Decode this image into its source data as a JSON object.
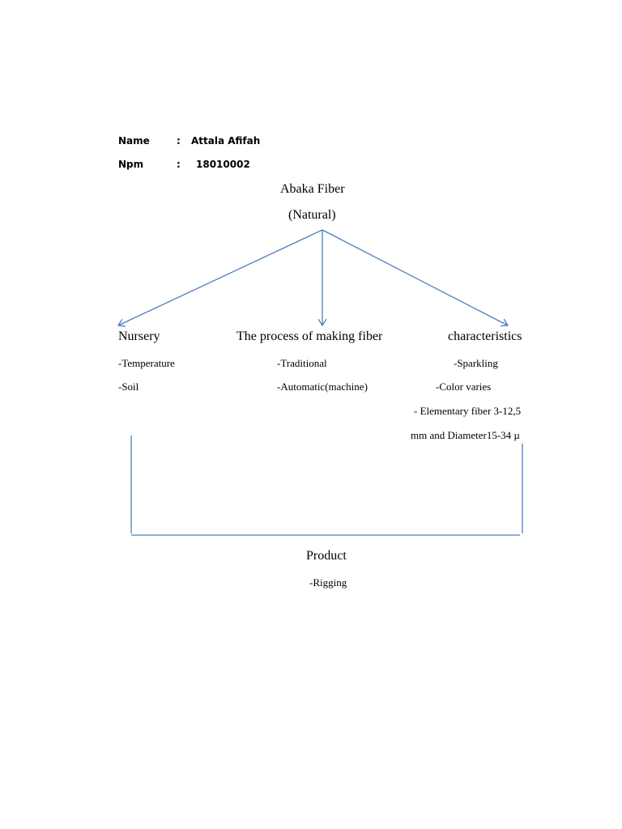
{
  "author": {
    "name_label": "Name",
    "name_sep": ":",
    "name_value": "Attala Afifah",
    "npm_label": "Npm",
    "npm_sep": ":",
    "npm_value": "18010002"
  },
  "root": {
    "title": "Abaka Fiber",
    "subtitle": "(Natural)"
  },
  "branches": {
    "nursery": {
      "title": "Nursery",
      "items": [
        "-Temperature",
        "-Soil"
      ]
    },
    "process": {
      "title": "The process  of making fiber",
      "items": [
        "-Traditional",
        "-Automatic(machine)"
      ]
    },
    "characteristics": {
      "title": "characteristics",
      "items": [
        "-Sparkling",
        "-Color varies",
        "- Elementary fiber 3-12,5",
        "mm and Diameter15-34 µ"
      ]
    }
  },
  "product": {
    "title": "Product",
    "items": [
      "-Rigging"
    ]
  },
  "colors": {
    "connector": "#4a7ebb"
  }
}
